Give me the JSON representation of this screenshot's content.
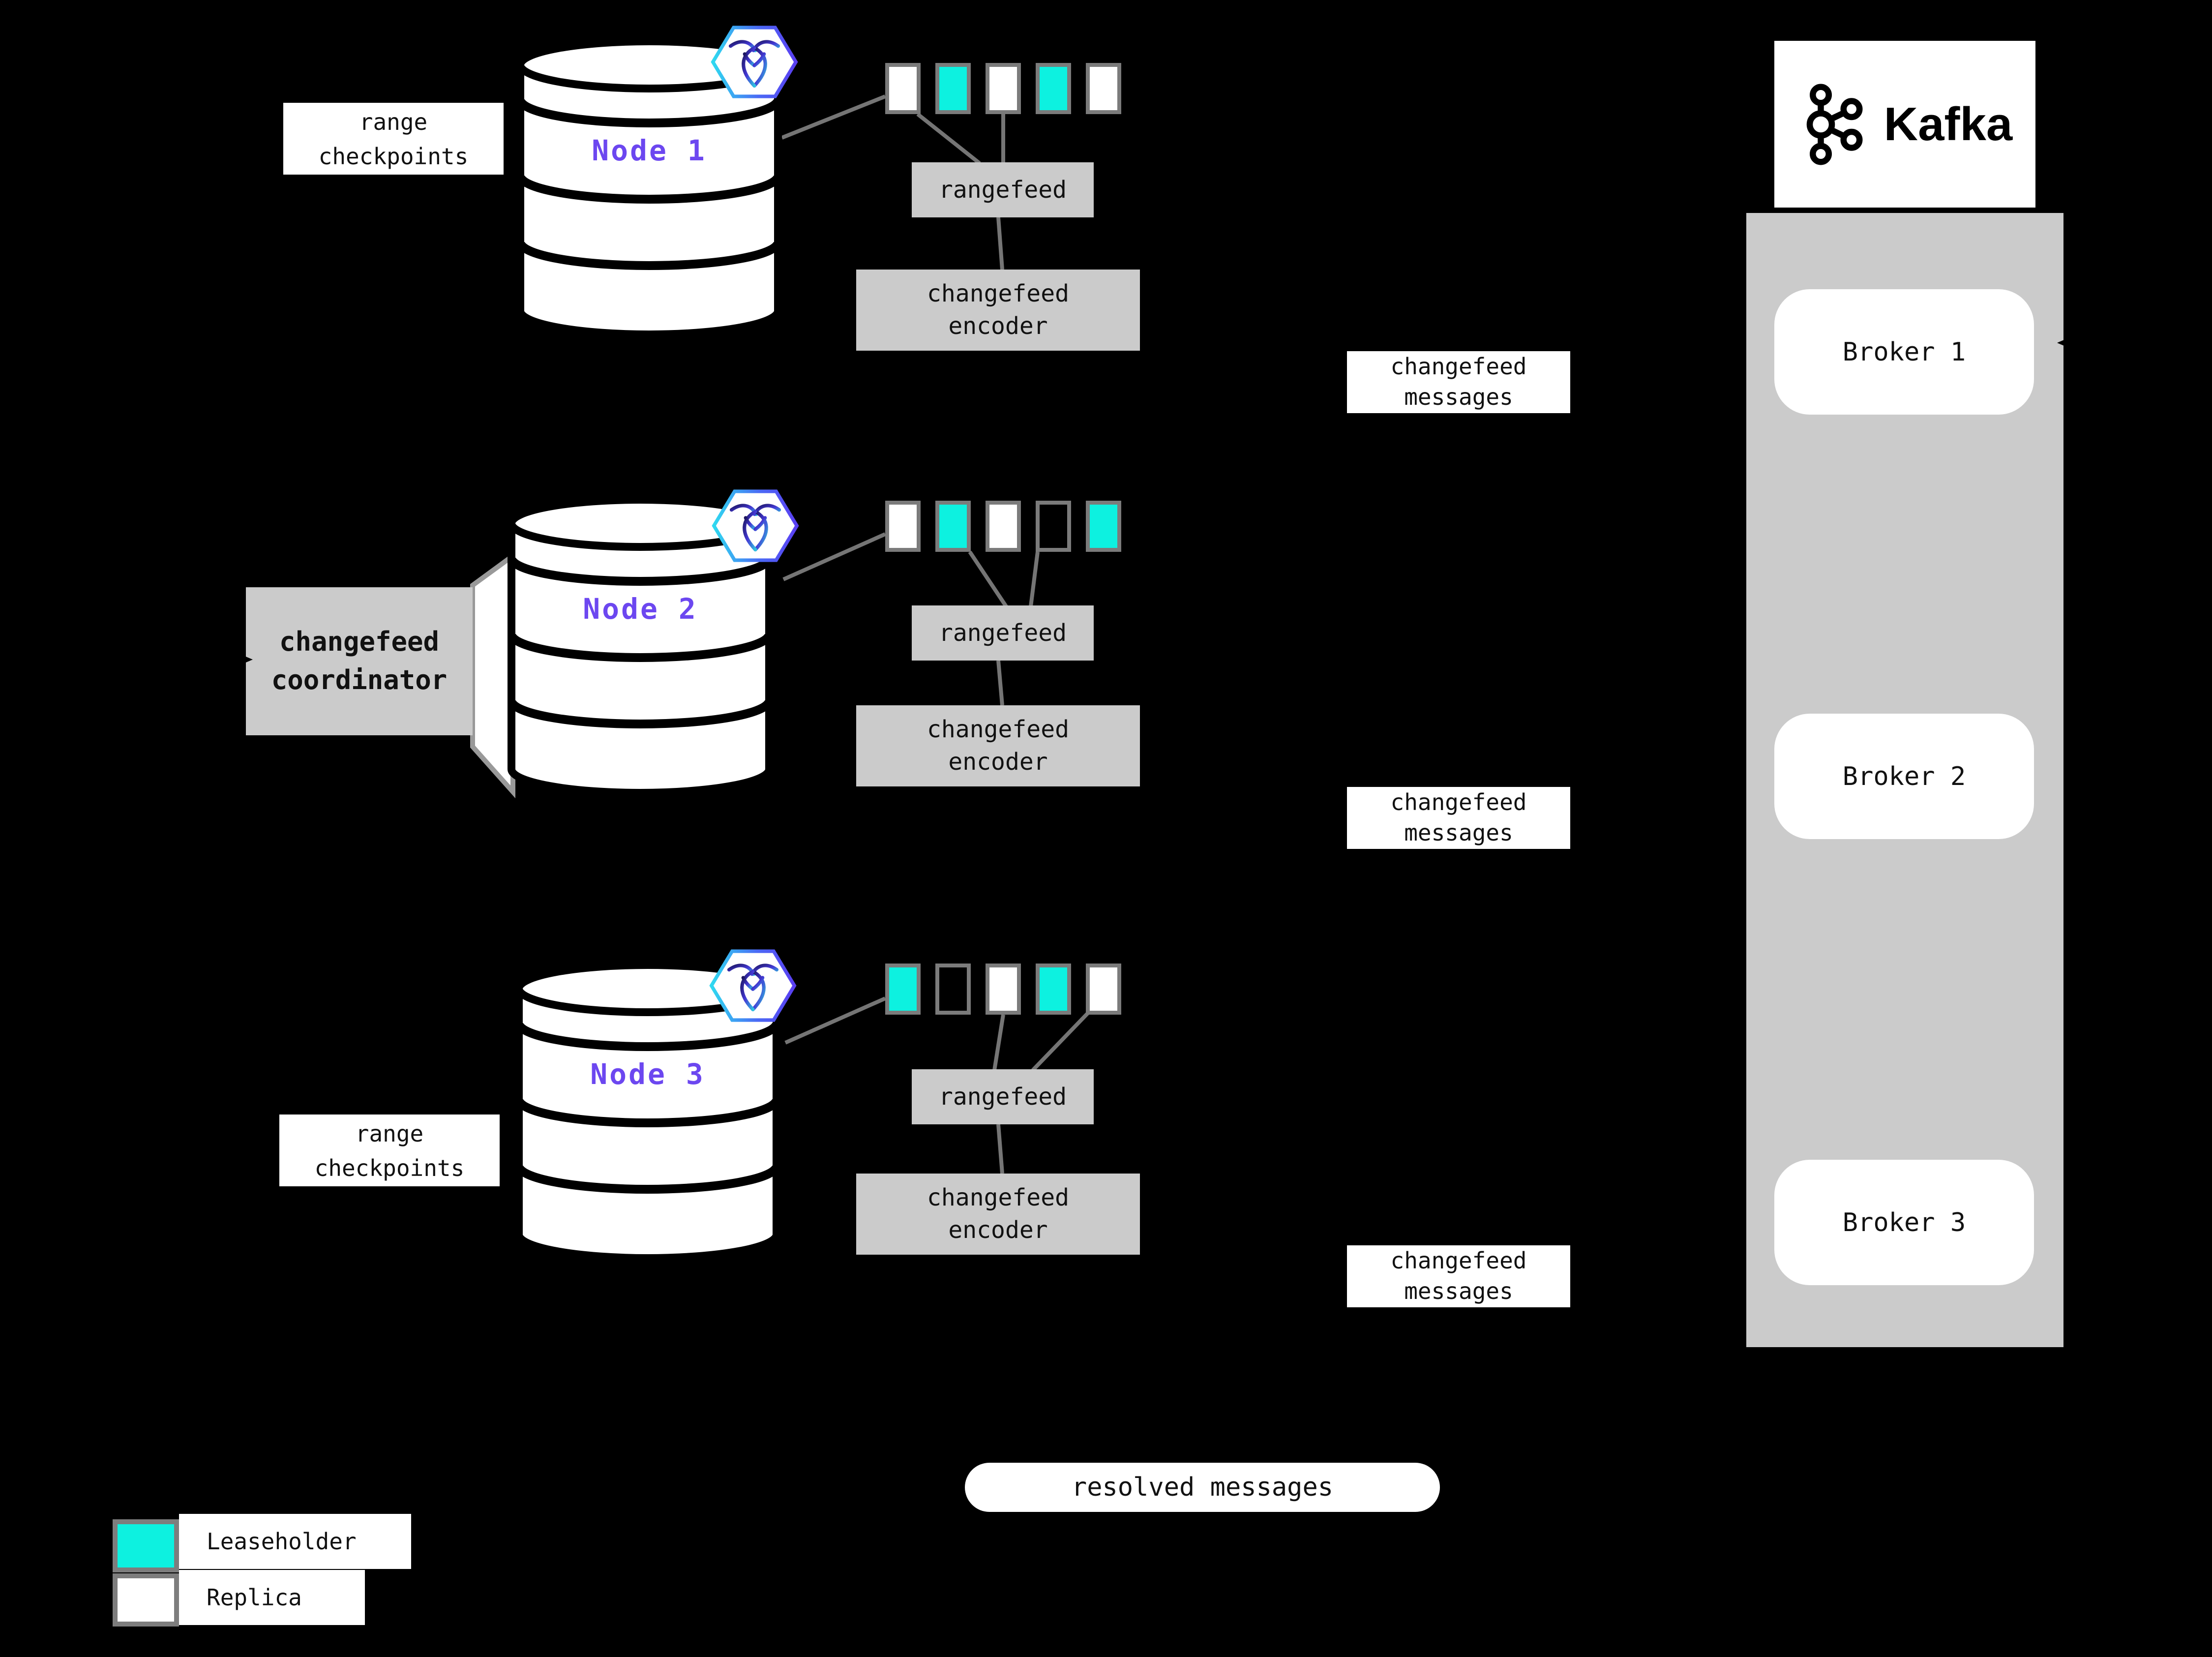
{
  "colors": {
    "background": "#000000",
    "leaseholder": "#0df1e0",
    "replica": "#ffffff",
    "node_label": "#6c47f0",
    "box_gray": "#cbcbcb",
    "border_gray": "#7b7b7b",
    "line_gray": "#757575"
  },
  "nodes": [
    {
      "label": "Node 1",
      "side_label": "range\ncheckpoints",
      "rangefeed_label": "rangefeed",
      "encoder_label": "changefeed\nencoder",
      "messages_label": "changefeed\nmessages",
      "ranges": [
        {
          "type": "replica",
          "cls": "range white"
        },
        {
          "type": "leaseholder",
          "cls": "range teal"
        },
        {
          "type": "replica",
          "cls": "range white"
        },
        {
          "type": "leaseholder",
          "cls": "range teal"
        },
        {
          "type": "replica",
          "cls": "range white"
        }
      ]
    },
    {
      "label": "Node 2",
      "coordinator_label": "changefeed\ncoordinator",
      "rangefeed_label": "rangefeed",
      "encoder_label": "changefeed\nencoder",
      "messages_label": "changefeed\nmessages",
      "ranges": [
        {
          "type": "replica",
          "cls": "range white"
        },
        {
          "type": "leaseholder",
          "cls": "range teal"
        },
        {
          "type": "replica",
          "cls": "range white"
        },
        {
          "type": "none",
          "cls": "range empty"
        },
        {
          "type": "leaseholder",
          "cls": "range teal"
        }
      ]
    },
    {
      "label": "Node 3",
      "side_label": "range\ncheckpoints",
      "rangefeed_label": "rangefeed",
      "encoder_label": "changefeed\nencoder",
      "messages_label": "changefeed\nmessages",
      "ranges": [
        {
          "type": "leaseholder",
          "cls": "range teal"
        },
        {
          "type": "none",
          "cls": "range empty"
        },
        {
          "type": "replica",
          "cls": "range white"
        },
        {
          "type": "leaseholder",
          "cls": "range teal"
        },
        {
          "type": "replica",
          "cls": "range white"
        }
      ]
    }
  ],
  "kafka": {
    "logo_text": "Kafka",
    "brokers": [
      {
        "label": "Broker 1"
      },
      {
        "label": "Broker 2"
      },
      {
        "label": "Broker 3"
      }
    ]
  },
  "resolved_label": "resolved messages",
  "legend": {
    "items": [
      {
        "label": "Leaseholder"
      },
      {
        "label": "Replica"
      }
    ]
  }
}
